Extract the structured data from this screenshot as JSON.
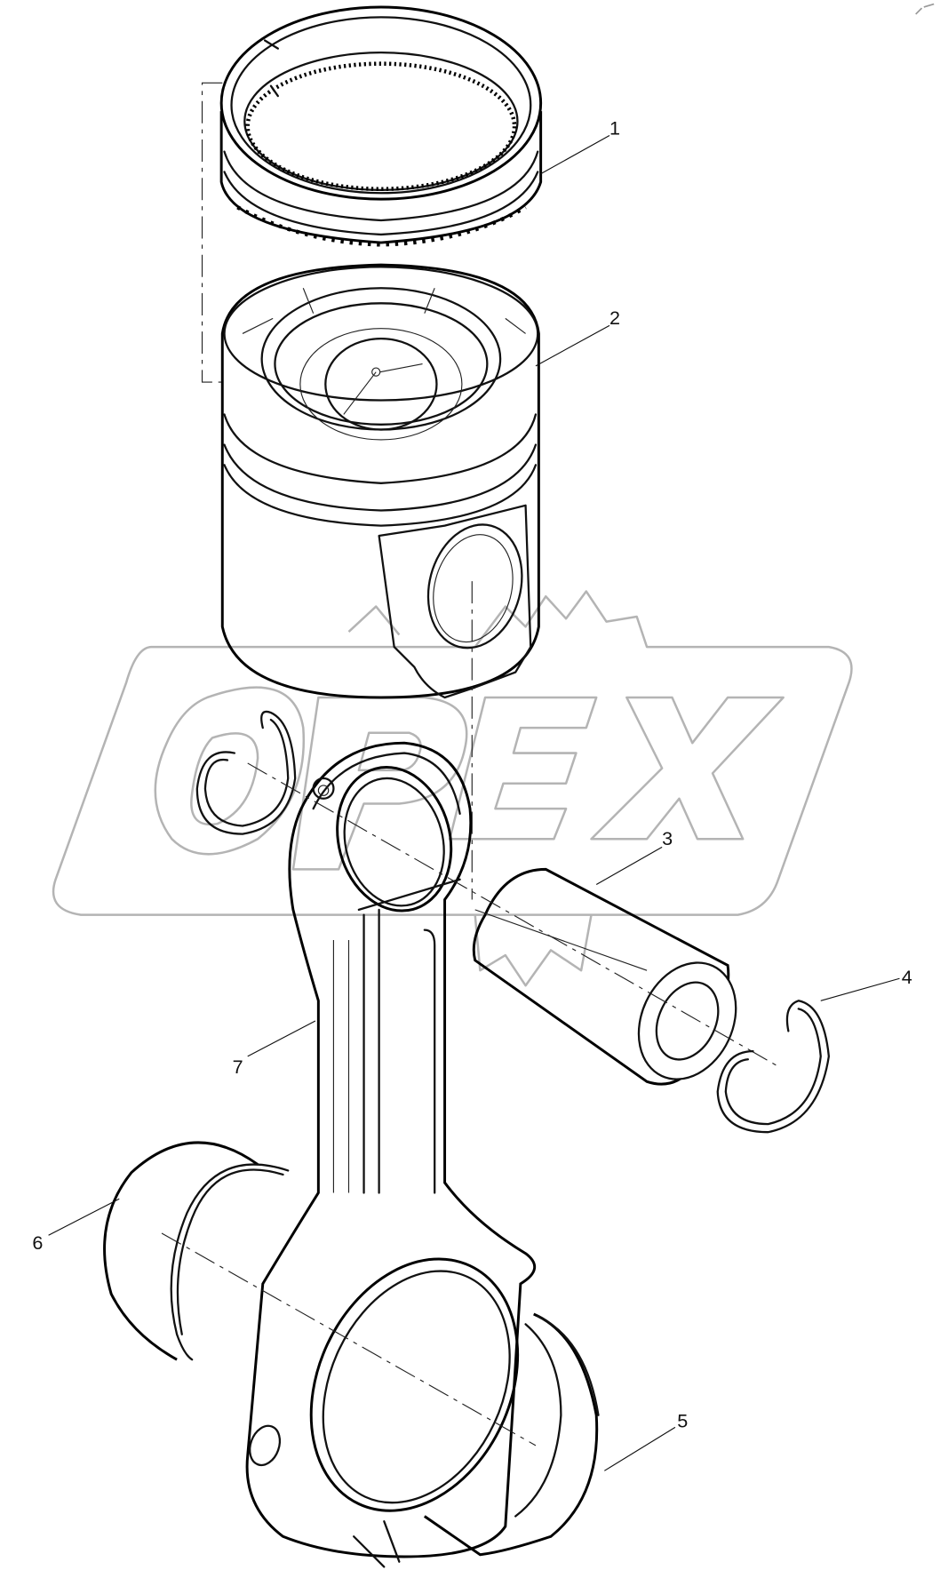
{
  "diagram": {
    "type": "exploded parts view",
    "subject": "Piston and connecting rod assembly",
    "watermark": "OPEX",
    "colors": {
      "line": "#111111",
      "watermark": "#b4b4b4",
      "background": "#ffffff"
    },
    "callouts": [
      {
        "id": "1",
        "label": "1",
        "part": "piston-rings"
      },
      {
        "id": "2",
        "label": "2",
        "part": "piston"
      },
      {
        "id": "3",
        "label": "3",
        "part": "piston-pin"
      },
      {
        "id": "4",
        "label": "4",
        "part": "retaining-ring-right"
      },
      {
        "id": "5",
        "label": "5",
        "part": "bearing-shell-lower"
      },
      {
        "id": "6",
        "label": "6",
        "part": "bearing-shell-upper"
      },
      {
        "id": "7",
        "label": "7",
        "part": "connecting-rod"
      }
    ]
  }
}
